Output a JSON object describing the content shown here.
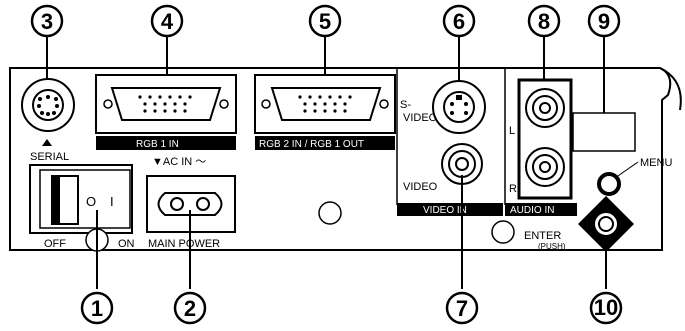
{
  "callouts": {
    "n1": "1",
    "n2": "2",
    "n3": "3",
    "n4": "4",
    "n5": "5",
    "n6": "6",
    "n7": "7",
    "n8": "8",
    "n9": "9",
    "n10": "10"
  },
  "labels": {
    "serial": "SERIAL",
    "off": "OFF",
    "on": "ON",
    "switch_o": "O",
    "switch_i": "I",
    "ac_in": "▼AC IN ～",
    "main_power": "MAIN POWER",
    "rgb1_in": "RGB 1 IN",
    "rgb2_in_rgb1_out": "RGB 2 IN / RGB 1 OUT",
    "s_video_1": "S-",
    "s_video_2": "VIDEO",
    "video": "VIDEO",
    "video_in": "VIDEO IN",
    "audio_l": "L",
    "audio_r": "R",
    "audio_in": "AUDIO IN",
    "menu": "MENU",
    "enter": "ENTER",
    "push": "(PUSH)"
  },
  "colors": {
    "line": "#000000",
    "panel": "#ffffff",
    "bar": "#000000"
  }
}
